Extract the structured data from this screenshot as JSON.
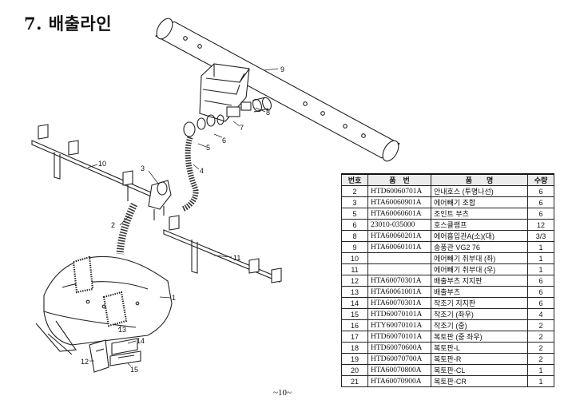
{
  "page": {
    "title": "7. 배출라인",
    "page_number": "~10~"
  },
  "callouts": [
    "1",
    "2",
    "3",
    "4",
    "5",
    "6",
    "7",
    "8",
    "9",
    "10",
    "11",
    "12",
    "13",
    "14",
    "15"
  ],
  "parts_table": {
    "headers": [
      "번호",
      "품　번",
      "품　　명",
      "수량"
    ],
    "rows": [
      [
        "2",
        "HTD60060701A",
        "안내호스 (투명나선)",
        "6"
      ],
      [
        "3",
        "HTA60060901A",
        "에어빼기 조합",
        "6"
      ],
      [
        "5",
        "HTA60060601A",
        "조인트 부츠",
        "6"
      ],
      [
        "6",
        "23010-035000",
        "호스클램프",
        "12"
      ],
      [
        "8",
        "HTA60060201A",
        "에어흡입관A(소)(대)",
        "3/3"
      ],
      [
        "9",
        "HTA60060101A",
        "송풍관 VG2 76",
        "1"
      ],
      [
        "10",
        "",
        "에어빼기 취부대 (좌)",
        "1"
      ],
      [
        "11",
        "",
        "에어빼기 취부대 (우)",
        "1"
      ],
      [
        "12",
        "HTA60070301A",
        "배출부츠 지지판",
        "6"
      ],
      [
        "13",
        "HTA60061001A",
        "배출부츠",
        "6"
      ],
      [
        "14",
        "HTA60070301A",
        "작조기 지지판",
        "6"
      ],
      [
        "15",
        "HTD60070101A",
        "작조기 (좌우)",
        "4"
      ],
      [
        "16",
        "HTY60070101A",
        "작조기 (중)",
        "2"
      ],
      [
        "17",
        "HTD60070101A",
        "복토판 (중 좌우)",
        "2"
      ],
      [
        "18",
        "HTD60070600A",
        "복토판-L",
        "2"
      ],
      [
        "19",
        "HTD60070700A",
        "복토판-R",
        "2"
      ],
      [
        "20",
        "HTA60070800A",
        "복토판-CL",
        "1"
      ],
      [
        "21",
        "HTA60070900A",
        "복토판-CR",
        "1"
      ]
    ]
  }
}
